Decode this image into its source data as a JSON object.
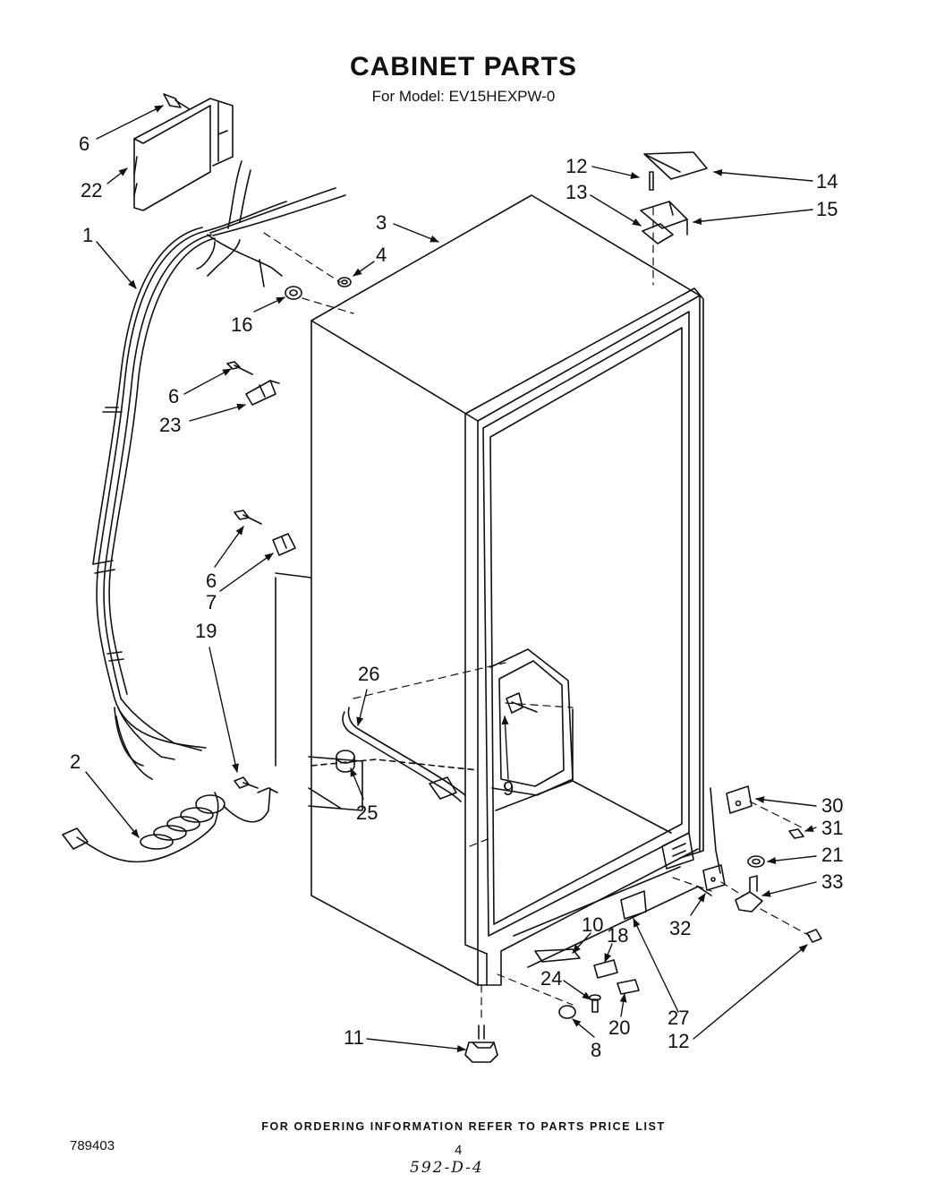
{
  "header": {
    "title": "CABINET PARTS",
    "subtitle": "For Model: EV15HEXPW-0"
  },
  "callouts": [
    {
      "id": "c6a",
      "label": "6"
    },
    {
      "id": "c22",
      "label": "22"
    },
    {
      "id": "c1",
      "label": "1"
    },
    {
      "id": "c3",
      "label": "3"
    },
    {
      "id": "c4",
      "label": "4"
    },
    {
      "id": "c16",
      "label": "16"
    },
    {
      "id": "c6b",
      "label": "6"
    },
    {
      "id": "c23",
      "label": "23"
    },
    {
      "id": "c6c",
      "label": "6"
    },
    {
      "id": "c7",
      "label": "7"
    },
    {
      "id": "c19",
      "label": "19"
    },
    {
      "id": "c26",
      "label": "26"
    },
    {
      "id": "c2",
      "label": "2"
    },
    {
      "id": "c25",
      "label": "25"
    },
    {
      "id": "c9",
      "label": "9"
    },
    {
      "id": "c12a",
      "label": "12"
    },
    {
      "id": "c13",
      "label": "13"
    },
    {
      "id": "c14",
      "label": "14"
    },
    {
      "id": "c15",
      "label": "15"
    },
    {
      "id": "c30",
      "label": "30"
    },
    {
      "id": "c31",
      "label": "31"
    },
    {
      "id": "c21",
      "label": "21"
    },
    {
      "id": "c33",
      "label": "33"
    },
    {
      "id": "c32",
      "label": "32"
    },
    {
      "id": "c10",
      "label": "10"
    },
    {
      "id": "c18",
      "label": "18"
    },
    {
      "id": "c24",
      "label": "24"
    },
    {
      "id": "c20",
      "label": "20"
    },
    {
      "id": "c27",
      "label": "27"
    },
    {
      "id": "c12b",
      "label": "12"
    },
    {
      "id": "c11",
      "label": "11"
    },
    {
      "id": "c8",
      "label": "8"
    }
  ],
  "footer": {
    "ordering_note": "FOR ORDERING INFORMATION REFER TO PARTS PRICE LIST",
    "document_number": "789403",
    "page_number": "4",
    "handwritten_code": "592-D-4"
  }
}
